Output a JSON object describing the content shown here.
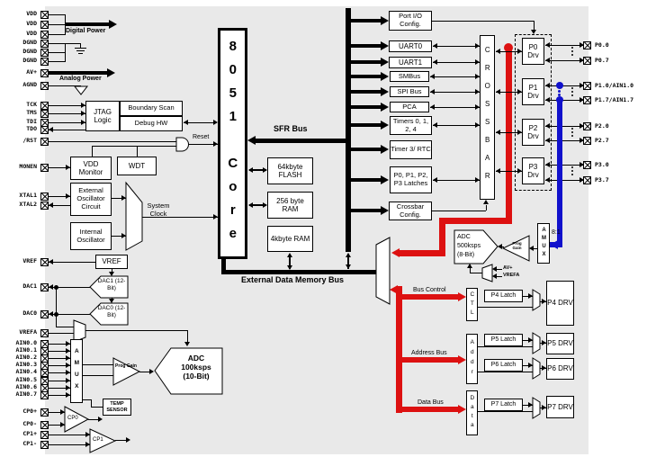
{
  "colors": {
    "accent_red": "#dd1111",
    "accent_blue": "#1111cc",
    "panel_gray": "#e9e9e9"
  },
  "pins_left": [
    "VDD",
    "VDD",
    "VDD",
    "DGND",
    "DGND",
    "DGND",
    "AV+",
    "AGND",
    "TCK",
    "TMS",
    "TDI",
    "TDO",
    "/RST",
    "MONEN",
    "XTAL1",
    "XTAL2",
    "VREF",
    "DAC1",
    "DAC0",
    "VREFA",
    "AIN0.0",
    "AIN0.1",
    "AIN0.2",
    "AIN0.3",
    "AIN0.4",
    "AIN0.5",
    "AIN0.6",
    "AIN0.7",
    "CP0+",
    "CP0-",
    "CP1+",
    "CP1-"
  ],
  "pins_right": [
    "P0.0",
    "P0.7",
    "P1.0/AIN1.0",
    "P1.7/AIN1.7",
    "P2.0",
    "P2.7",
    "P3.0",
    "P3.7"
  ],
  "blocks": {
    "jtag": "JTAG Logic",
    "boundary_scan": "Boundary Scan",
    "debug_hw": "Debug HW",
    "vdd_monitor": "VDD Monitor",
    "wdt": "WDT",
    "ext_osc": "External Oscillator Circuit",
    "int_osc": "Internal Oscillator",
    "vref": "VREF",
    "amux": "AMUX",
    "prog_gain": "Prog Gain",
    "adc0": "ADC 100ksps (10-Bit)",
    "temp_sensor": "TEMP SENSOR",
    "cp0": "CP0",
    "cp1": "CP1",
    "dac1": "DAC1 (12-Bit)",
    "dac0": "DAC0 (12-Bit)",
    "core": "8051 Core",
    "flash": "64kbyte FLASH",
    "ram256": "256 byte RAM",
    "ram4k": "4kbyte RAM",
    "port_io": "Port I/O Config.",
    "uart0": "UART0",
    "uart1": "UART1",
    "smbus": "SMBus",
    "spi": "SPI Bus",
    "pca": "PCA",
    "timers": "Timers 0, 1, 2, 4",
    "timer3": "Timer 3/ RTC",
    "latches": "P0, P1, P2, P3 Latches",
    "xbar_cfg": "Crossbar Config.",
    "crossbar": "CROSSBAR",
    "adc1": "ADC 500ksps (8-Bit)",
    "amux1": "AMUX",
    "amux1_ratio": "8:1",
    "p0drv": "P0 Drv",
    "p1drv": "P1 Drv",
    "p2drv": "P2 Drv",
    "p3drv": "P3 Drv",
    "ctl": "CTL",
    "addr": "Addr",
    "data": "Data",
    "p4latch": "P4 Latch",
    "p5latch": "P5 Latch",
    "p6latch": "P6 Latch",
    "p7latch": "P7 Latch",
    "p4drv": "P4 DRV",
    "p5drv": "P5 DRV",
    "p6drv": "P6 DRV",
    "p7drv": "P7 DRV"
  },
  "labels": {
    "digital_power": "Digital Power",
    "analog_power": "Analog Power",
    "reset": "Reset",
    "system_clock": "System Clock",
    "sfr_bus": "SFR Bus",
    "ext_mem_bus": "External Data Memory Bus",
    "bus_control": "Bus Control",
    "address_bus": "Address Bus",
    "data_bus": "Data Bus",
    "av_plus": "AV+",
    "vrefa": "VREFA"
  }
}
